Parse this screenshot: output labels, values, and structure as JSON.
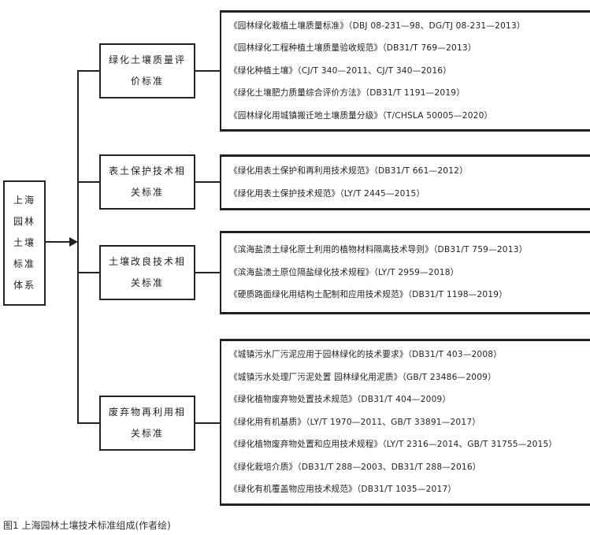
{
  "root": {
    "lines": [
      "上海",
      "园林",
      "土壤",
      "标准",
      "体系"
    ]
  },
  "categories": [
    {
      "lines": [
        "绿化土壤质量评",
        "价标准"
      ],
      "standards": [
        "《园林绿化栽植土壤质量标准》（DBJ 08-231—98、DG/TJ 08-231—2013）",
        "《园林绿化工程种植土壤质量验收规范》（DB31/T 769—2013）",
        "《绿化种植土壤》（CJ/T 340—2011、CJ/T 340—2016）",
        "《绿化土壤肥力质量综合评价方法》（DB31/T 1191—2019）",
        "《园林绿化用城镇搬迁地土壤质量分级》（T/CHSLA 50005—2020）"
      ]
    },
    {
      "lines": [
        "表土保护技术相",
        "关标准"
      ],
      "standards": [
        "《绿化用表土保护和再利用技术规范》（DB31/T 661—2012）",
        "《绿化用表土保护技术规范》（LY/T 2445—2015）"
      ]
    },
    {
      "lines": [
        "土壤改良技术相",
        "关标准"
      ],
      "standards": [
        "《滨海盐渍土绿化原土利用的植物材料隔离技术导则》（DB31/T 759—2013）",
        "《滨海盐渍土原位隔盐绿化技术规程》（LY/T 2959—2018）",
        "《硬质路面绿化用结构土配制和应用技术规范》（DB31/T 1198—2019）"
      ]
    },
    {
      "lines": [
        "废弃物再利用相",
        "关标准"
      ],
      "standards": [
        "《城镇污水厂污泥应用于园林绿化的技术要求》（DB31/T 403—2008）",
        "《城镇污水处理厂污泥处置 园林绿化用泥质》（GB/T 23486—2009）",
        "《绿化植物废弃物处置技术规范》（DB31/T 404—2009）",
        "《绿化用有机基质》（LY/T 1970—2011、GB/T 33891—2017）",
        "《绿化植物废弃物处置和应用技术规程》（LY/T 2316—2014、GB/T 31755—2015）",
        "《绿化栽培介质》（DB31/T 288—2003、DB31/T 288—2016）",
        "《绿化有机覆盖物应用技术规范》（DB31/T 1035—2017）"
      ]
    }
  ],
  "caption": "图1  上海园林土壤技术标准组成(作者绘)"
}
